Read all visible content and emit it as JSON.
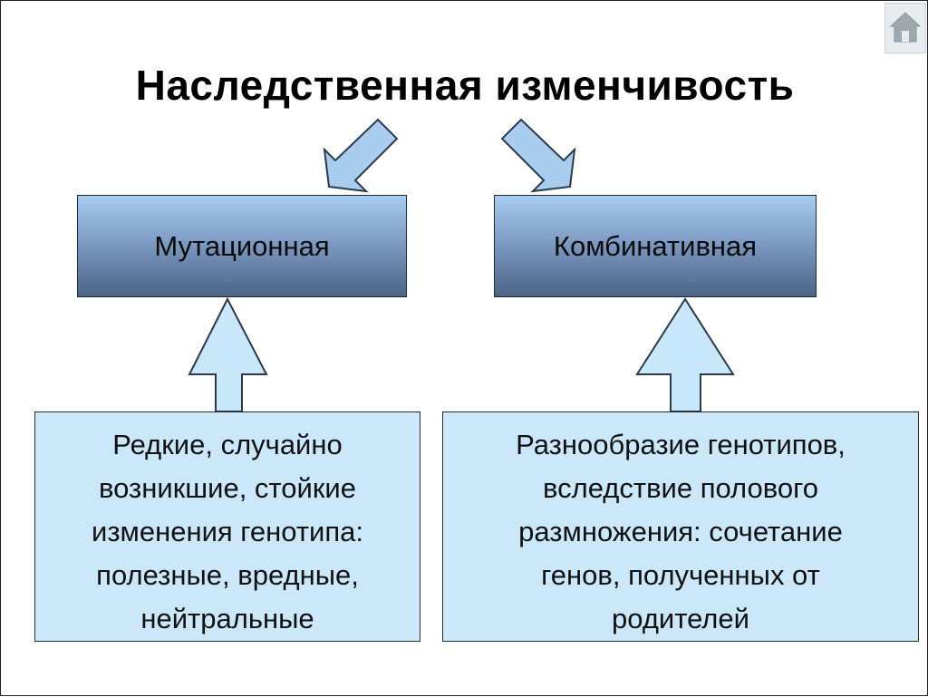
{
  "slide": {
    "title": "Наследственная изменчивость",
    "nav": {
      "home_icon": "home-icon"
    },
    "types": [
      {
        "label": "Мутационная"
      },
      {
        "label": "Комбинативная"
      }
    ],
    "descriptions": [
      {
        "lines": [
          "Редкие, случайно",
          "возникшие, стойкие",
          "изменения генотипа:",
          "полезные, вредные,",
          "нейтральные"
        ]
      },
      {
        "lines": [
          "Разнообразие генотипов,",
          "вследствие полового",
          "размножения: сочетание",
          "генов, полученных от",
          "родителей"
        ]
      }
    ]
  },
  "colors": {
    "type_box_top": "#a8cdf0",
    "type_box_bottom": "#4b6585",
    "desc_box": "#cbe8fb",
    "arrow_fill": "#c9e7fa",
    "arrow_stroke": "#2b3a4a",
    "block_arrow_fill": "#a9cdef"
  }
}
